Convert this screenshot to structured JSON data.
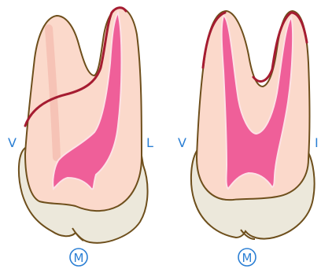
{
  "labels": {
    "left_tooth": {
      "side_left": "V",
      "side_right": "L",
      "bottom": "M"
    },
    "right_tooth": {
      "side_left": "V",
      "side_right": "I",
      "bottom": "M"
    }
  },
  "colors": {
    "outline": "#6e4f1c",
    "tooth_body": "#fbd9cb",
    "crown": "#ece8db",
    "canal": "#ef5f99",
    "canal_edge": "#fde2e6",
    "accent_edge": "#a51c31",
    "label": "#2b7fd4"
  }
}
